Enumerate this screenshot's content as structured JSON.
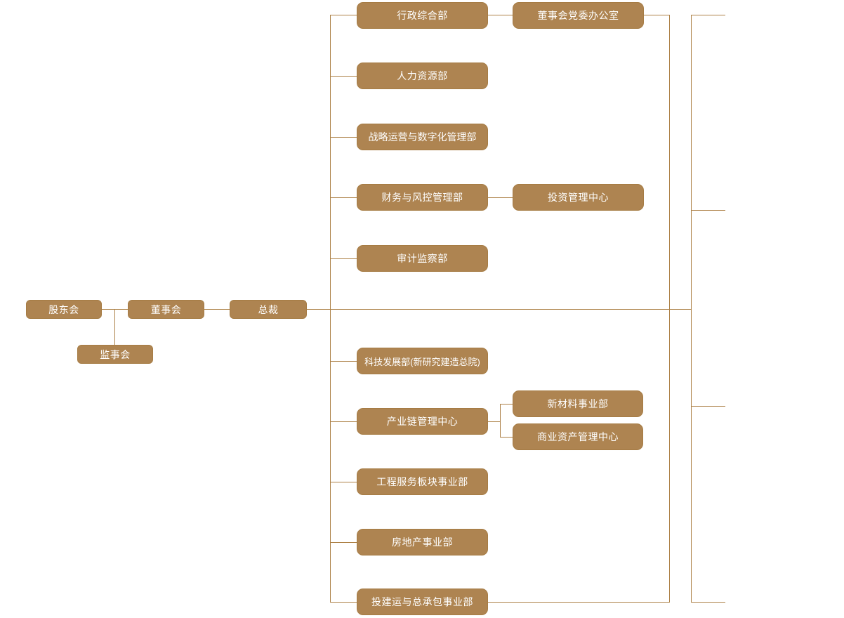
{
  "colors": {
    "node_fill": "#ae8451",
    "node_border": "#a67c44",
    "line": "#ad8147",
    "text": "#ffffff",
    "background": "#ffffff"
  },
  "chart": {
    "type": "org-chart",
    "governance": {
      "shareholders_meeting": "股东会",
      "board_of_directors": "董事会",
      "president": "总裁",
      "supervisory_board": "监事会"
    },
    "departments": [
      "行政综合部",
      "人力资源部",
      "战略运营与数字化管理部",
      "财务与风控管理部",
      "审计监察部",
      "科技发展部(新研究建造总院)",
      "产业链管理中心",
      "工程服务板块事业部",
      "房地产事业部",
      "投建运与总承包事业部"
    ],
    "sub_units": {
      "board_party_office": "董事会党委办公室",
      "investment_management_center": "投资管理中心",
      "new_materials_division": "新材料事业部",
      "commercial_asset_center": "商业资产管理中心"
    }
  }
}
